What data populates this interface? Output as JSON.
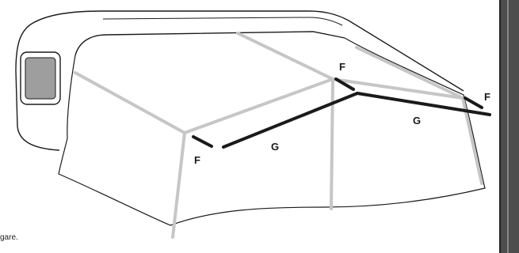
{
  "labels": {
    "f_left": "F",
    "f_mid": "F",
    "f_right": "F",
    "g_left": "G",
    "g_right": "G"
  },
  "caption": "gare.",
  "colors": {
    "outline": "#1a1a1a",
    "gray_pole": "#c6c6c6",
    "black_pole": "#1a1a1a",
    "window_fill": "#9e9e9e",
    "side_bar": "#4d4d4d"
  }
}
